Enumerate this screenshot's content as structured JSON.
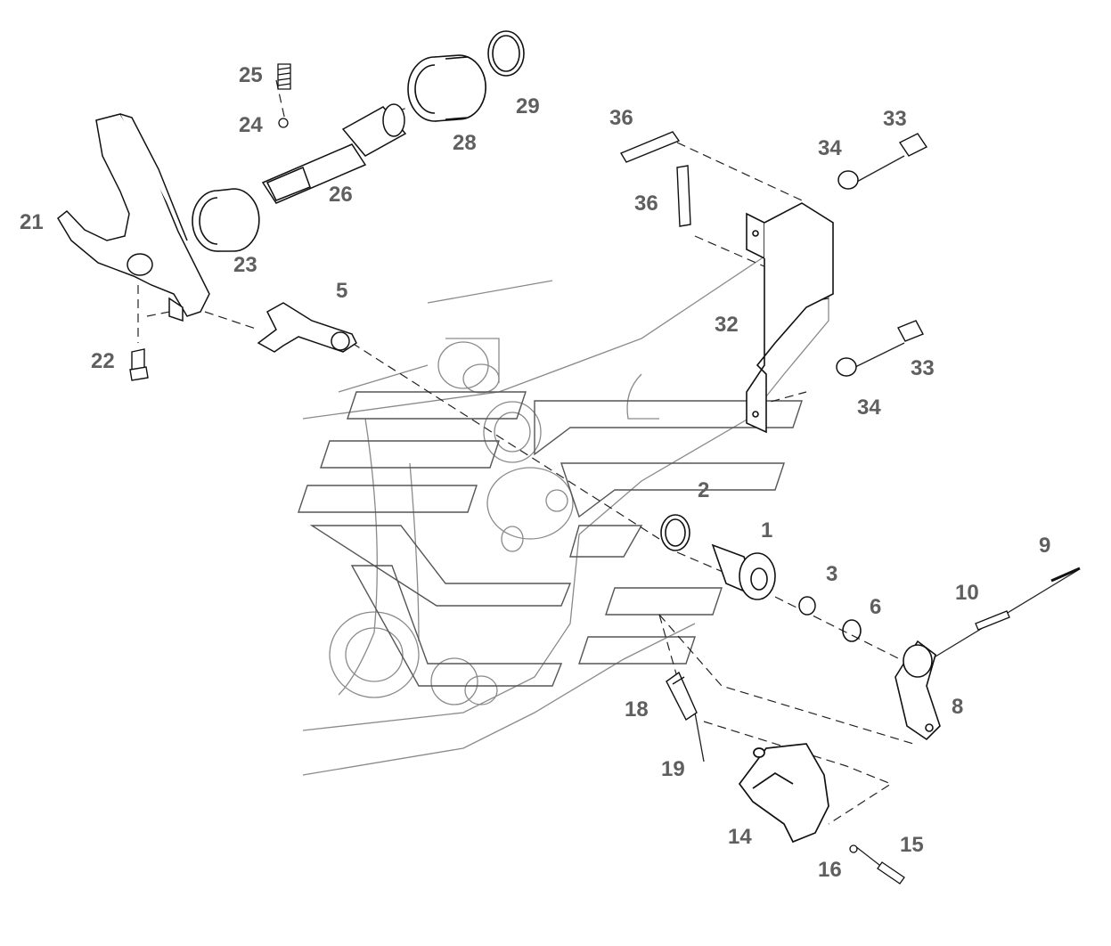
{
  "diagram": {
    "kind": "exploded parts diagram",
    "colors": {
      "line": "#1a1a1a",
      "ghost": "#8a8a8a",
      "label": "#5f5f5f",
      "background": "#ffffff"
    },
    "callouts": [
      {
        "id": "1",
        "text": "1"
      },
      {
        "id": "2",
        "text": "2"
      },
      {
        "id": "3",
        "text": "3"
      },
      {
        "id": "5",
        "text": "5"
      },
      {
        "id": "6",
        "text": "6"
      },
      {
        "id": "8",
        "text": "8"
      },
      {
        "id": "9",
        "text": "9"
      },
      {
        "id": "10",
        "text": "10"
      },
      {
        "id": "14",
        "text": "14"
      },
      {
        "id": "15",
        "text": "15"
      },
      {
        "id": "16",
        "text": "16"
      },
      {
        "id": "18",
        "text": "18"
      },
      {
        "id": "19",
        "text": "19"
      },
      {
        "id": "21",
        "text": "21"
      },
      {
        "id": "22",
        "text": "22"
      },
      {
        "id": "23",
        "text": "23"
      },
      {
        "id": "24",
        "text": "24"
      },
      {
        "id": "25",
        "text": "25"
      },
      {
        "id": "26",
        "text": "26"
      },
      {
        "id": "28",
        "text": "28"
      },
      {
        "id": "29",
        "text": "29"
      },
      {
        "id": "32",
        "text": "32"
      },
      {
        "id": "33a",
        "text": "33"
      },
      {
        "id": "33b",
        "text": "33"
      },
      {
        "id": "34a",
        "text": "34"
      },
      {
        "id": "34b",
        "text": "34"
      },
      {
        "id": "36a",
        "text": "36"
      },
      {
        "id": "36b",
        "text": "36"
      }
    ]
  }
}
